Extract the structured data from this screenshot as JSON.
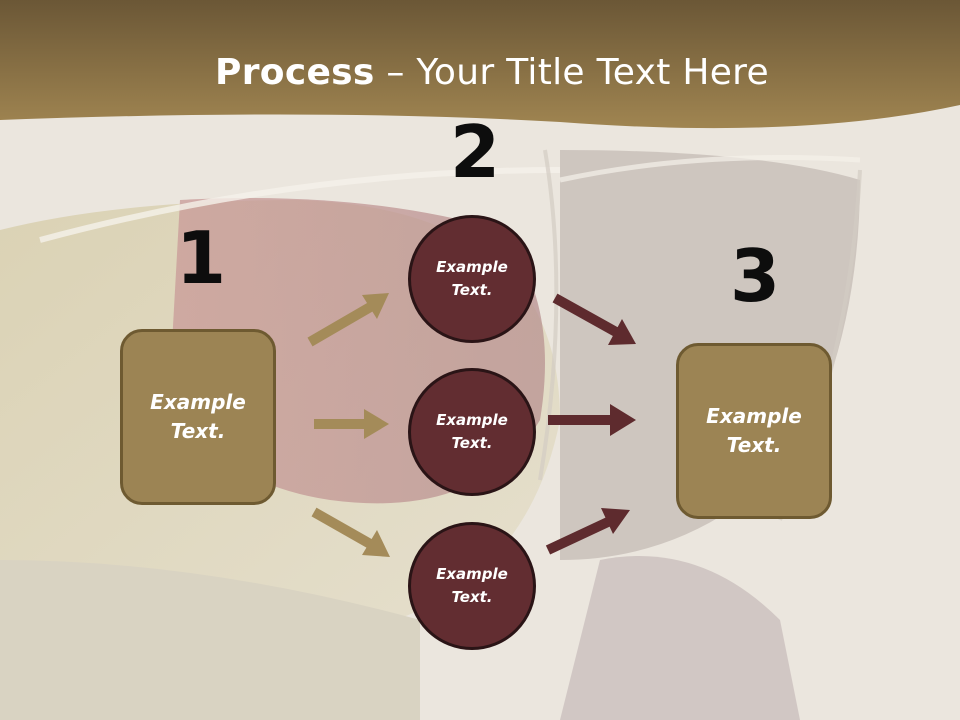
{
  "slide": {
    "title_bold": "Process",
    "title_rest": " – Your Title Text Here"
  },
  "steps": {
    "step1": {
      "number": "1",
      "text": "Example\nText."
    },
    "step2": {
      "number": "2"
    },
    "step3": {
      "number": "3",
      "text": "Example\nText."
    }
  },
  "circles": [
    {
      "text": "Example\nText."
    },
    {
      "text": "Example\nText."
    },
    {
      "text": "Example\nText."
    }
  ],
  "colors": {
    "header_band": "#8d7648",
    "box_fill": "#9c8454",
    "circle_fill": "#622d31",
    "arrow_gold": "#a48b59",
    "arrow_maroon": "#5e2b2e"
  }
}
